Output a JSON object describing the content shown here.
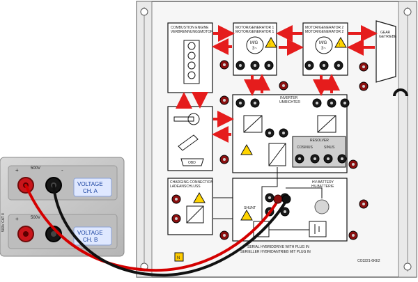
{
  "panel": {
    "engine_title_en": "COMBUSTION ENGINE",
    "engine_title_de": "VERBRENNUNGSMOTOR",
    "mg1_title_en": "MOTOR/GENERATOR 1",
    "mg1_title_de": "MOTOR/GENERATOR 1",
    "mg1_symbol": "M/G",
    "mg1_phase": "3~",
    "mg2_title_en": "MOTOR/GENERATOR 2",
    "mg2_title_de": "MOTOR/GENERATOR 2",
    "mg2_symbol": "M/G",
    "mg2_phase": "3~",
    "gear_en": "GEAR",
    "gear_de": "GETRIEBE",
    "inverter_en": "INVERTER",
    "inverter_de": "UMRICHTER",
    "resolver": "RESOLVER",
    "cosinus": "COSINUS",
    "sinus": "SINUS",
    "obd": "OBD",
    "charging_en": "CHARGING CONNECTION",
    "charging_de": "LADEANSCHLUSS",
    "battery_en": "HV-BATTERY",
    "battery_de": "HV-BATTERIE",
    "shunt": "SHUNT",
    "footer_en": "SERIAL HYBRIDDRIVE WITH PLUG IN",
    "footer_de": "SERIELLER HYBRIDANTRIEB MIT PLUG IN",
    "code": "CO3221-6KE2",
    "logo_letter": "N"
  },
  "meter": {
    "ch_a_limit": "500V",
    "ch_b_limit": "500V",
    "plus": "+",
    "minus": "-",
    "voltage_a": "VOLTAGE",
    "channel_a": "CH. A",
    "voltage_b": "VOLTAGE",
    "channel_b": "CH. B",
    "cat_rating": "500V CAT II"
  },
  "colors": {
    "arrow_red": "#e51c1c",
    "lead_red": "#d40000",
    "lead_black": "#111111",
    "socket_red": "#8b1010",
    "meter_gray": "#c4c4c4",
    "label_blue": "#dfe8ff"
  }
}
